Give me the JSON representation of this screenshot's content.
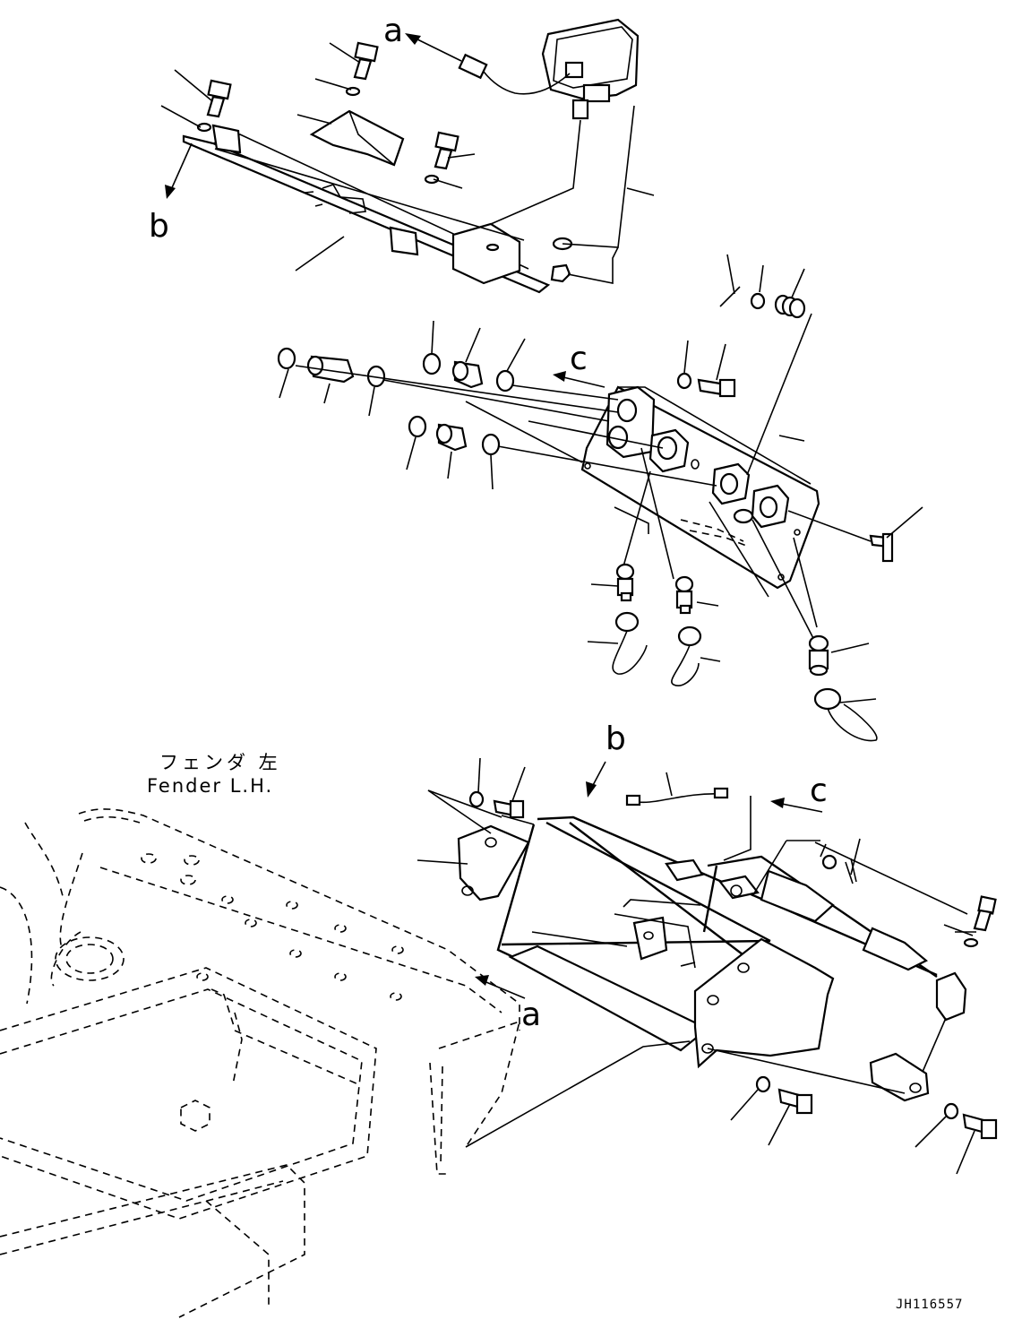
{
  "drawing": {
    "code": "JH116557",
    "labels": {
      "a_top": "a",
      "b_top": "b",
      "c_mid": "c",
      "b_low": "b",
      "c_low": "c",
      "a_low": "a"
    },
    "fender_label_jp": "フェンダ 左",
    "fender_label_en": "Fender L.H."
  }
}
